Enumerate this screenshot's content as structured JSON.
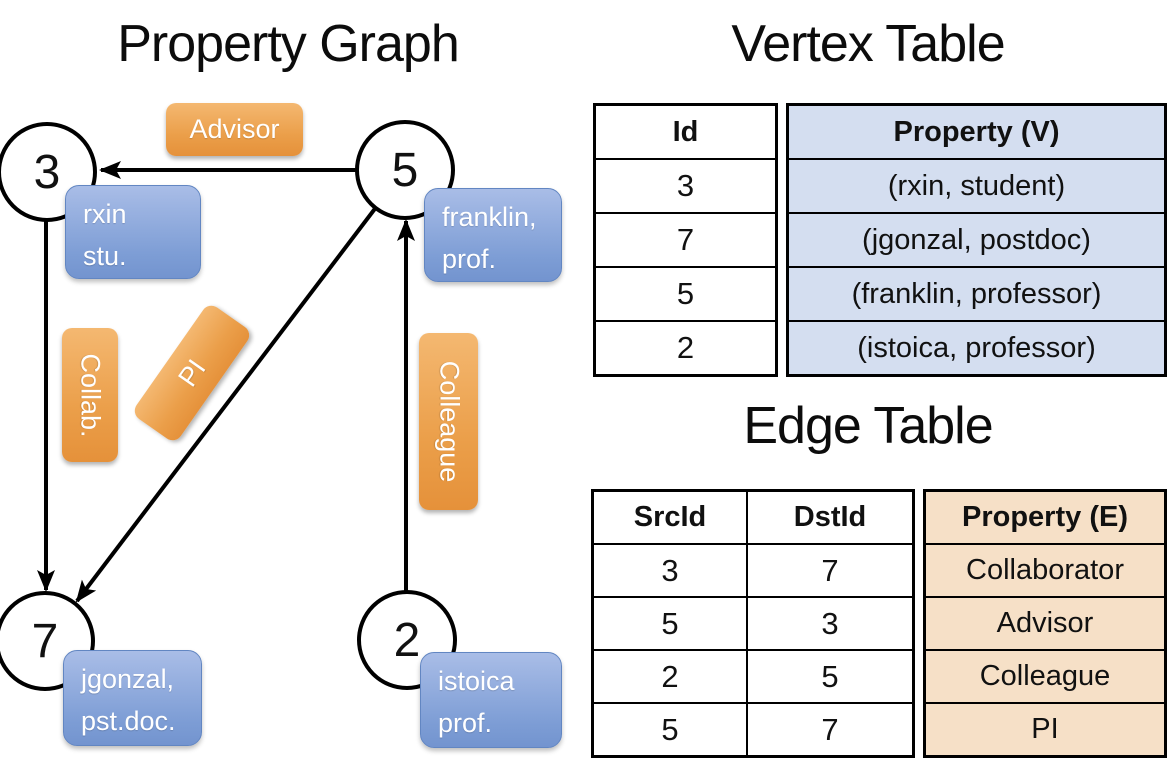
{
  "graph": {
    "title": "Property Graph",
    "nodes": {
      "n3": "3",
      "n5": "5",
      "n7": "7",
      "n2": "2"
    },
    "vertex_labels": {
      "rxin": {
        "line1": "rxin",
        "line2": "stu."
      },
      "franklin": {
        "line1": "franklin,",
        "line2": "prof."
      },
      "jgonzal": {
        "line1": "jgonzal,",
        "line2": "pst.doc."
      },
      "istoica": {
        "line1": "istoica",
        "line2": "prof."
      }
    },
    "edge_labels": {
      "advisor": "Advisor",
      "collab": "Collab.",
      "pi": "PI",
      "colleague": "Colleague"
    }
  },
  "vertex_table": {
    "title": "Vertex Table",
    "columns": {
      "id": "Id",
      "property": "Property (V)"
    },
    "rows": [
      {
        "id": "3",
        "property": "(rxin, student)"
      },
      {
        "id": "7",
        "property": "(jgonzal, postdoc)"
      },
      {
        "id": "5",
        "property": "(franklin, professor)"
      },
      {
        "id": "2",
        "property": "(istoica, professor)"
      }
    ]
  },
  "edge_table": {
    "title": "Edge Table",
    "columns": {
      "src": "SrcId",
      "dst": "DstId",
      "property": "Property (E)"
    },
    "rows": [
      {
        "src": "3",
        "dst": "7",
        "property": "Collaborator"
      },
      {
        "src": "5",
        "dst": "3",
        "property": "Advisor"
      },
      {
        "src": "2",
        "dst": "5",
        "property": "Colleague"
      },
      {
        "src": "5",
        "dst": "7",
        "property": "PI"
      }
    ]
  },
  "colors": {
    "edge_label_orange": "#eb9f4a",
    "vertex_label_blue": "#7d9dd5",
    "vertex_table_fill": "#d4def0",
    "edge_table_fill": "#f6e0c7",
    "line_color": "#000000",
    "node_fill": "#ffffff"
  }
}
